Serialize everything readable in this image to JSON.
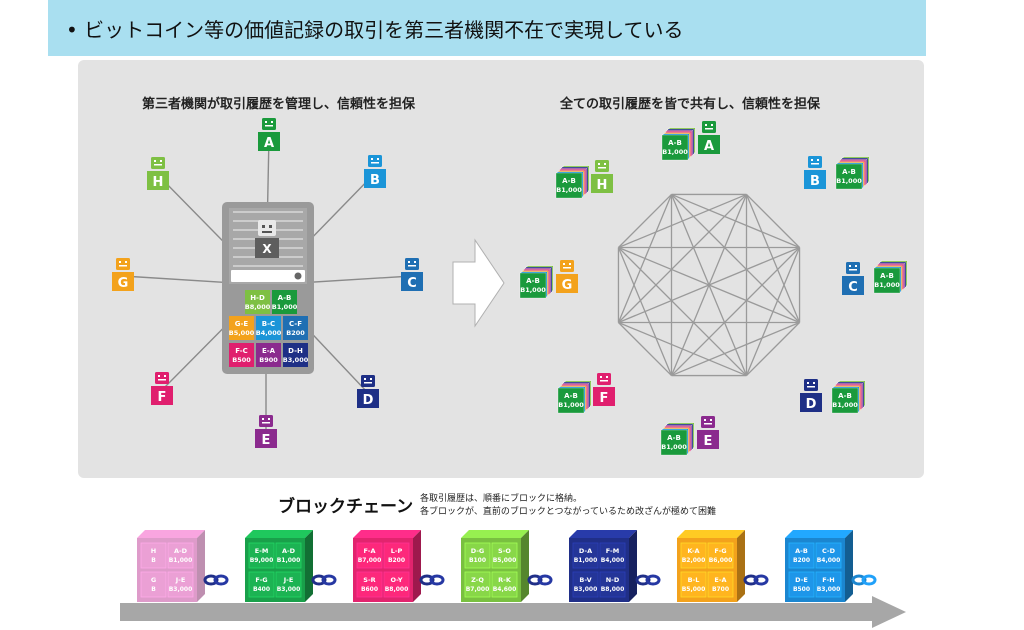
{
  "header": {
    "title": "• ビットコイン等の価値記録の取引を第三者機関不在で実現している"
  },
  "left": {
    "caption": "第三者機関が取引履歴を管理し、信頼性を担保",
    "center_label": "X",
    "nodes": [
      {
        "label": "A",
        "color": "#1a9a3c"
      },
      {
        "label": "B",
        "color": "#1b95d8"
      },
      {
        "label": "C",
        "color": "#1f6fb3"
      },
      {
        "label": "D",
        "color": "#1e2f86"
      },
      {
        "label": "E",
        "color": "#8b2a8e"
      },
      {
        "label": "F",
        "color": "#e01f6e"
      },
      {
        "label": "G",
        "color": "#f3a21c"
      },
      {
        "label": "H",
        "color": "#7ec043"
      }
    ],
    "ledger": [
      {
        "top": "H-D",
        "bottom": "B8,000",
        "color": "#7ec043"
      },
      {
        "top": "A-B",
        "bottom": "B1,000",
        "color": "#1a9a3c"
      },
      {
        "top": "G-E",
        "bottom": "B5,000",
        "color": "#f3a21c"
      },
      {
        "top": "B-C",
        "bottom": "B4,000",
        "color": "#1b95d8"
      },
      {
        "top": "C-F",
        "bottom": "B200",
        "color": "#1f6fb3"
      },
      {
        "top": "F-C",
        "bottom": "B500",
        "color": "#e01f6e"
      },
      {
        "top": "E-A",
        "bottom": "B900",
        "color": "#8b2a8e"
      },
      {
        "top": "D-H",
        "bottom": "B3,000",
        "color": "#1e2f86"
      }
    ]
  },
  "right": {
    "caption": "全ての取引履歴を皆で共有し、信頼性を担保",
    "tx_top": "A-B",
    "tx_bottom": "B1,000"
  },
  "chain": {
    "title": "ブロックチェーン",
    "note_1": "各取引履歴は、順番にブロックに格納。",
    "note_2": "各ブロックが、直前のブロックとつながっているため改ざんが極めて困難",
    "blocks": [
      {
        "color": "#c44aa0",
        "cells": [
          [
            "H",
            "B"
          ],
          [
            "A-D",
            "B1,000"
          ],
          [
            "G",
            "B"
          ],
          [
            "J-E",
            "B3,000"
          ]
        ]
      },
      {
        "color": "#19a04a",
        "cells": [
          [
            "E-M",
            "B9,000"
          ],
          [
            "A-D",
            "B1,000"
          ],
          [
            "F-G",
            "B400"
          ],
          [
            "J-E",
            "B3,000"
          ]
        ]
      },
      {
        "color": "#e2246e",
        "cells": [
          [
            "F-A",
            "B7,000"
          ],
          [
            "L-P",
            "B200"
          ],
          [
            "S-R",
            "B600"
          ],
          [
            "O-Y",
            "B8,000"
          ]
        ]
      },
      {
        "color": "#79c040",
        "cells": [
          [
            "D-G",
            "B100"
          ],
          [
            "S-O",
            "B5,000"
          ],
          [
            "Z-Q",
            "B7,000"
          ],
          [
            "R-K",
            "B4,600"
          ]
        ]
      },
      {
        "color": "#202f88",
        "cells": [
          [
            "D-A",
            "B1,000"
          ],
          [
            "F-M",
            "B4,000"
          ],
          [
            "B-V",
            "B3,000"
          ],
          [
            "N-D",
            "B8,000"
          ]
        ]
      },
      {
        "color": "#f3a21c",
        "cells": [
          [
            "K-A",
            "B2,000"
          ],
          [
            "F-G",
            "B6,000"
          ],
          [
            "B-L",
            "B5,000"
          ],
          [
            "E-A",
            "B700"
          ]
        ]
      },
      {
        "color": "#1b86d0",
        "cells": [
          [
            "A-B",
            "B200"
          ],
          [
            "C-D",
            "B4,000"
          ],
          [
            "D-E",
            "B500"
          ],
          [
            "F-H",
            "B3,000"
          ]
        ]
      }
    ]
  }
}
